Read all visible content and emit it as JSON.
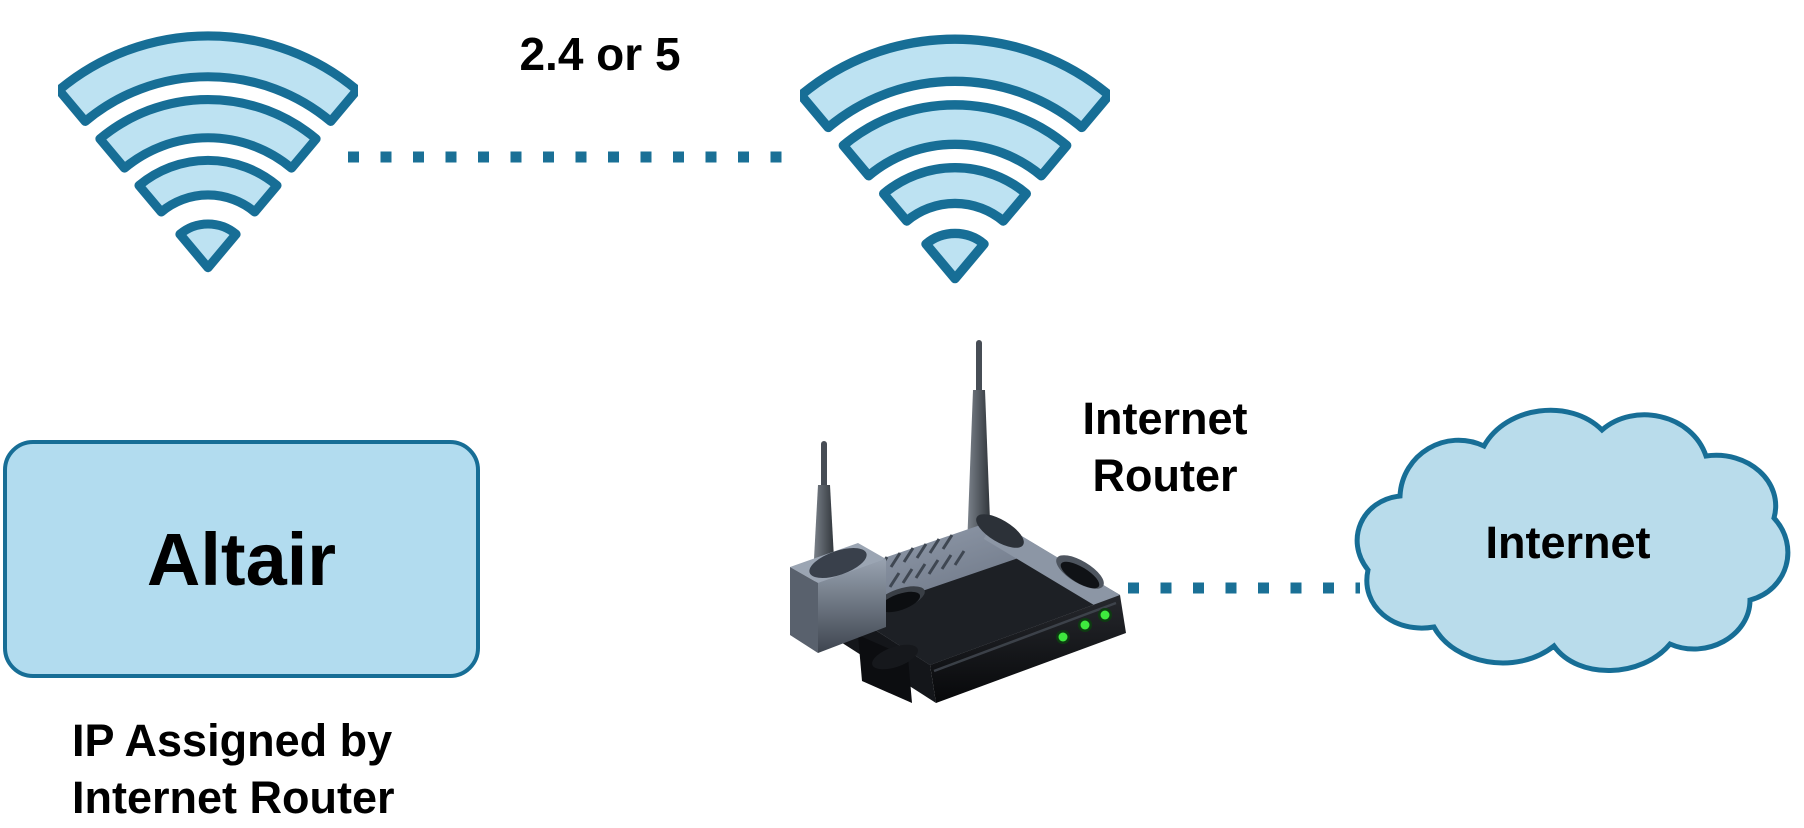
{
  "diagram": {
    "type": "network-topology",
    "background": "#FFFFFF",
    "palette": {
      "shape_stroke": "#176E96",
      "wifi_fill": "#BDE2F2",
      "box_fill": "#B2DCEF",
      "cloud_fill": "#B9DCEB",
      "dotted_link": "#1A7096",
      "text": "#000000",
      "router_body_gray": "#7A8494",
      "router_body_black": "#15171B",
      "led_green": "#3EE83E"
    },
    "wireless_link": {
      "label": "2.4 or 5",
      "style": "dotted"
    },
    "device_box": {
      "label": "Altair",
      "caption_line1": "IP Assigned by",
      "caption_line2": "Internet Router"
    },
    "router": {
      "label_line1": "Internet",
      "label_line2": "Router",
      "led_count": 3
    },
    "internet_link": {
      "style": "dotted"
    },
    "cloud": {
      "label": "Internet"
    }
  }
}
